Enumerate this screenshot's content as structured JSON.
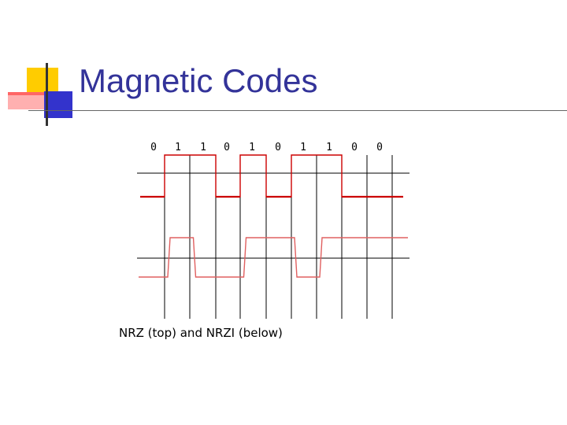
{
  "slide": {
    "title": "Magnetic Codes",
    "caption": "NRZ (top) and NRZI (below)"
  },
  "bits": [
    "0",
    "1",
    "1",
    "0",
    "1",
    "0",
    "1",
    "1",
    "0",
    "0"
  ],
  "colors": {
    "title": "#333399",
    "signal": "#cc0000",
    "signal_light": "#e06060",
    "grid": "#000000",
    "deco_yellow": "#ffcc00",
    "deco_blue": "#3333cc",
    "deco_red": "#ff6666",
    "deco_gray": "#666666"
  }
}
